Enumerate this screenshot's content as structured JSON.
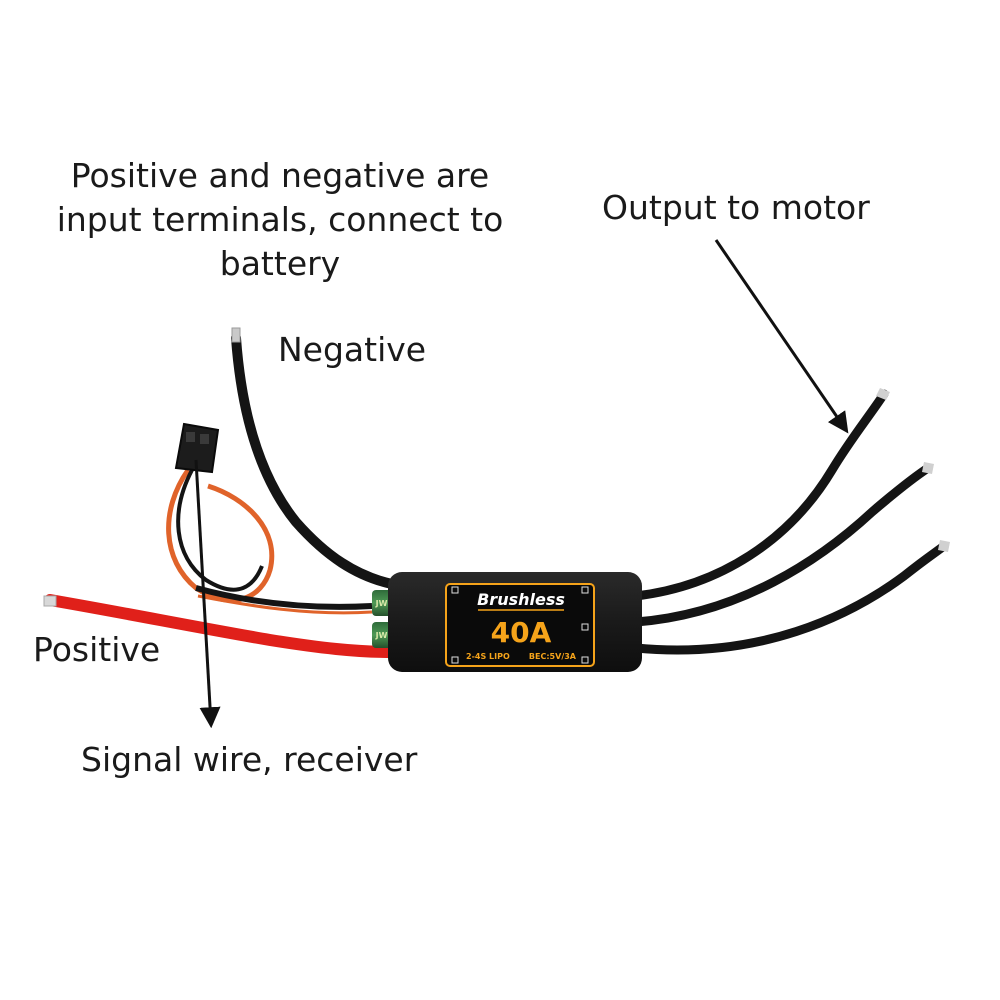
{
  "labels": {
    "input_terminals": [
      "Positive and negative are",
      "input terminals, connect to",
      "battery"
    ],
    "output": "Output to motor",
    "negative": "Negative",
    "positive": "Positive",
    "signal": "Signal wire, receiver"
  },
  "esc": {
    "brand": "Brushless",
    "current": "40A",
    "battery": "2-4S LIPO",
    "bec": "BEC:5V/3A",
    "capacitor_text": "JWI"
  },
  "colors": {
    "wire_black": "#141414",
    "wire_red": "#e0201a",
    "label_accent": "#f5a31a",
    "esc_body": "#1c1c1c",
    "text": "#1a1a1a"
  }
}
